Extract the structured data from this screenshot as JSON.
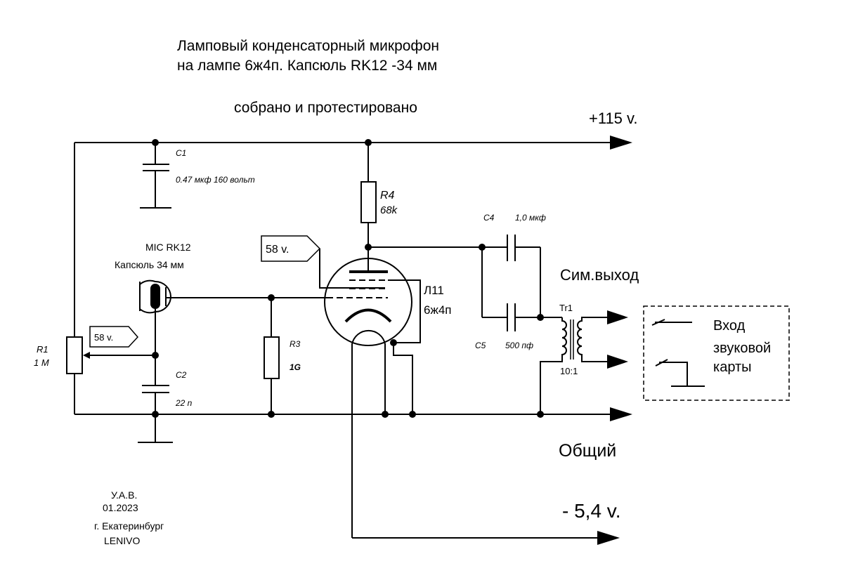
{
  "title": {
    "line1": "Ламповый конденсаторный микрофон",
    "line2": "на лампе 6ж4п. Капсюль  RK12 -34 мм",
    "line3": "собрано и протестировано"
  },
  "rails": {
    "plus": "+115 v.",
    "common": "Общий",
    "minus": "- 5,4 v."
  },
  "components": {
    "c1_ref": "C1",
    "c1_val": "0.47 мкф 160 вольт",
    "r4_ref": "R4",
    "r4_val": "68k",
    "c4_ref": "C4",
    "c4_val": "1,0 мкф",
    "c5_ref": "C5",
    "c5_val": "500 пф",
    "tube_ref": "Л11",
    "tube_val": "6ж4п",
    "mic_ref": "MIC RK12",
    "mic_val": "Капсюль 34 мм",
    "r1_ref": "R1",
    "r1_val": "1 M",
    "c2_ref": "C2",
    "c2_val": "22 n",
    "r3_ref": "R3",
    "r3_val": "1G",
    "tr_ref": "Tr1",
    "tr_ratio": "10:1"
  },
  "voltage_flags": {
    "flag1": "58 v.",
    "flag2": "58 v."
  },
  "output": {
    "label": "Сим.выход",
    "card_line1": "Вход",
    "card_line2": "звуковой",
    "card_line3": "карты"
  },
  "author": {
    "name": "У.А.В.",
    "date": "01.2023",
    "city": "г. Екатеринбург",
    "nick": "LENIVO"
  }
}
